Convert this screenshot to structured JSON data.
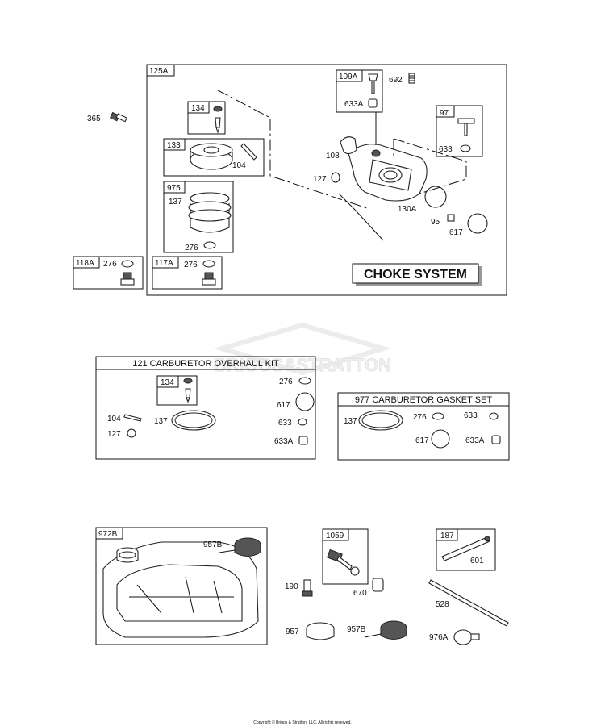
{
  "watermark": "BRIGGS&STRATTON",
  "copyright": "Copyright © Briggs & Stratton, LLC. All rights reserved.",
  "choke": {
    "box_label": "125A",
    "title": "CHOKE SYSTEM",
    "parts": [
      "365",
      "134",
      "133",
      "104",
      "975",
      "137",
      "276",
      "118A",
      "276",
      "117A",
      "276",
      "109A",
      "692",
      "633A",
      "97",
      "633",
      "108",
      "127",
      "130A",
      "95",
      "617"
    ]
  },
  "overhaul_kit": {
    "title": "121 CARBURETOR OVERHAUL KIT",
    "parts": [
      "134",
      "276",
      "617",
      "633",
      "633A",
      "104",
      "127",
      "137"
    ]
  },
  "gasket_set": {
    "title": "977 CARBURETOR GASKET SET",
    "parts": [
      "137",
      "276",
      "633",
      "617",
      "633A"
    ]
  },
  "tank": {
    "parts": [
      "972B",
      "957B",
      "1059",
      "190",
      "670",
      "957",
      "957B",
      "187",
      "601",
      "528",
      "976A"
    ]
  }
}
